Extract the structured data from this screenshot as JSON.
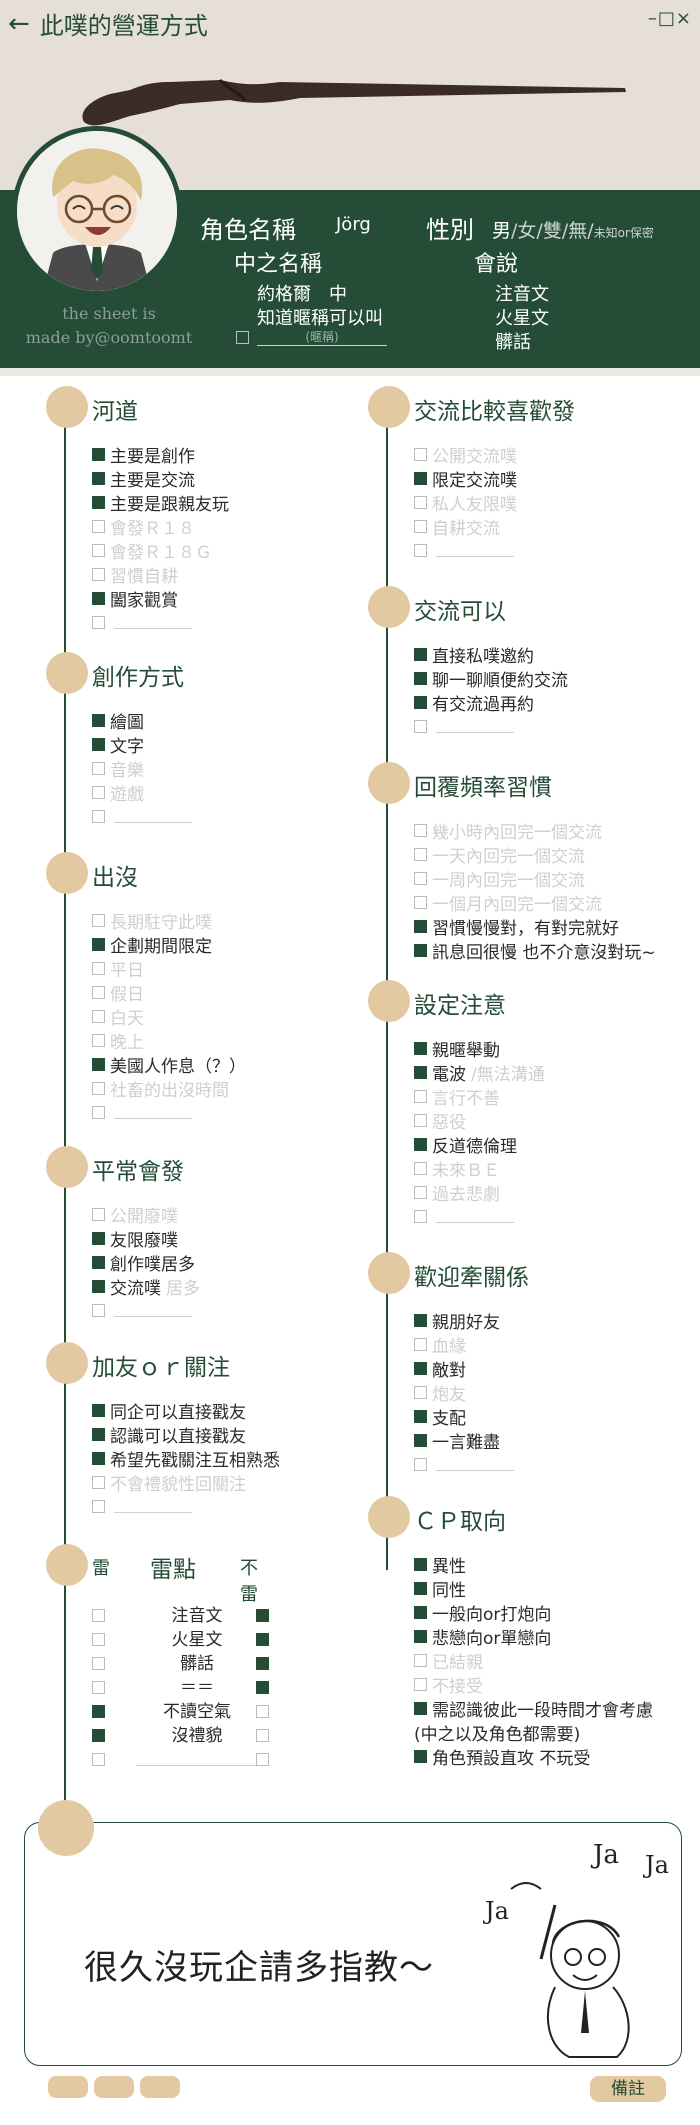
{
  "header": {
    "title": "此噗的營運方式",
    "window_controls": "–□×"
  },
  "profile": {
    "credit_line1": "the sheet is",
    "credit_line2": "made by@oomtoomt",
    "role_label": "角色名稱",
    "role_value": "Jörg",
    "sex_label": "性別",
    "sex_options": {
      "male": "男",
      "rest": "/女/雙/無/",
      "unknown": "未知or保密"
    },
    "nickname_label": "中之名稱",
    "nickname_items": [
      {
        "checked": true,
        "text": "約格爾　中"
      },
      {
        "checked": true,
        "text": "知道暱稱可以叫"
      },
      {
        "checked": false,
        "text": "",
        "blank_hint": "(暱稱)"
      }
    ],
    "lang_label": "會說",
    "lang_items": [
      {
        "checked": true,
        "text": "注音文"
      },
      {
        "checked": true,
        "text": "火星文"
      },
      {
        "checked": true,
        "text": "髒話"
      }
    ]
  },
  "left_sections": [
    {
      "title": "河道",
      "items": [
        {
          "checked": true,
          "text": "主要是創作"
        },
        {
          "checked": true,
          "text": "主要是交流"
        },
        {
          "checked": true,
          "text": "主要是跟親友玩"
        },
        {
          "checked": false,
          "text": "會發Ｒ１８"
        },
        {
          "checked": false,
          "text": "會發Ｒ１８Ｇ"
        },
        {
          "checked": false,
          "text": "習慣自耕"
        },
        {
          "checked": true,
          "text": "闔家觀賞"
        },
        {
          "checked": false,
          "text": "",
          "blank": true
        }
      ]
    },
    {
      "title": "創作方式",
      "items": [
        {
          "checked": true,
          "text": "繪圖"
        },
        {
          "checked": true,
          "text": "文字"
        },
        {
          "checked": false,
          "text": "音樂"
        },
        {
          "checked": false,
          "text": "遊戲"
        },
        {
          "checked": false,
          "text": "",
          "blank": true
        }
      ]
    },
    {
      "title": "出沒",
      "items": [
        {
          "checked": false,
          "text": "長期駐守此噗"
        },
        {
          "checked": true,
          "text": "企劃期間限定"
        },
        {
          "checked": false,
          "text": "平日"
        },
        {
          "checked": false,
          "text": "假日"
        },
        {
          "checked": false,
          "text": "白天"
        },
        {
          "checked": false,
          "text": "晚上"
        },
        {
          "checked": true,
          "text": "美國人作息（？）"
        },
        {
          "checked": false,
          "text": "社畜的出沒時間"
        },
        {
          "checked": false,
          "text": "",
          "blank": true
        }
      ]
    },
    {
      "title": "平常會發",
      "items": [
        {
          "checked": false,
          "text": "公開廢噗"
        },
        {
          "checked": true,
          "text": "友限廢噗"
        },
        {
          "checked": true,
          "text": "創作噗居多"
        },
        {
          "checked": true,
          "text": "交流噗",
          "grey_tail": "居多"
        },
        {
          "checked": false,
          "text": "",
          "blank": true
        }
      ]
    },
    {
      "title": "加友ｏｒ關注",
      "items": [
        {
          "checked": true,
          "text": "同企可以直接戳友"
        },
        {
          "checked": true,
          "text": "認識可以直接戳友"
        },
        {
          "checked": true,
          "text": "希望先戳關注互相熟悉"
        },
        {
          "checked": false,
          "text": "不會禮貌性回關注"
        },
        {
          "checked": false,
          "text": "",
          "blank": true
        }
      ]
    }
  ],
  "landmine": {
    "left_label": "雷",
    "title": "雷點",
    "right_label": "不雷",
    "rows": [
      {
        "text": "注音文",
        "lei": false,
        "bulei": true
      },
      {
        "text": "火星文",
        "lei": false,
        "bulei": true
      },
      {
        "text": "髒話",
        "lei": false,
        "bulei": true
      },
      {
        "text": "＝＝",
        "lei": false,
        "bulei": true
      },
      {
        "text": "不讀空氣",
        "lei": true,
        "bulei": false
      },
      {
        "text": "沒禮貌",
        "lei": true,
        "bulei": false
      },
      {
        "text": "",
        "lei": false,
        "bulei": false
      }
    ]
  },
  "right_sections": [
    {
      "title": "交流比較喜歡發",
      "items": [
        {
          "checked": false,
          "text": "公開交流噗"
        },
        {
          "checked": true,
          "text": "限定交流噗"
        },
        {
          "checked": false,
          "text": "私人友限噗"
        },
        {
          "checked": false,
          "text": "自耕交流"
        },
        {
          "checked": false,
          "text": "",
          "blank": true
        }
      ]
    },
    {
      "title": "交流可以",
      "items": [
        {
          "checked": true,
          "text": "直接私噗邀約"
        },
        {
          "checked": true,
          "text": "聊一聊順便約交流"
        },
        {
          "checked": true,
          "text": "有交流過再約"
        },
        {
          "checked": false,
          "text": "",
          "blank": true
        }
      ]
    },
    {
      "title": "回覆頻率習慣",
      "items": [
        {
          "checked": false,
          "text": "幾小時內回完一個交流"
        },
        {
          "checked": false,
          "text": "一天內回完一個交流"
        },
        {
          "checked": false,
          "text": "一周內回完一個交流"
        },
        {
          "checked": false,
          "text": "一個月內回完一個交流"
        },
        {
          "checked": true,
          "text": "習慣慢慢對，有對完就好"
        },
        {
          "checked": true,
          "text": "訊息回很慢 也不介意沒對玩~"
        }
      ]
    },
    {
      "title": "設定注意",
      "items": [
        {
          "checked": true,
          "text": "親暱舉動"
        },
        {
          "checked": true,
          "text": "電波",
          "grey_tail": "/無法溝通"
        },
        {
          "checked": false,
          "text": "言行不善"
        },
        {
          "checked": false,
          "text": "惡役"
        },
        {
          "checked": true,
          "text": "反道德倫理"
        },
        {
          "checked": false,
          "text": "未來ＢＥ"
        },
        {
          "checked": false,
          "text": "過去悲劇"
        },
        {
          "checked": false,
          "text": "",
          "blank": true
        }
      ]
    },
    {
      "title": "歡迎牽關係",
      "items": [
        {
          "checked": true,
          "text": "親朋好友"
        },
        {
          "checked": false,
          "text": "血緣"
        },
        {
          "checked": true,
          "text": "敵對"
        },
        {
          "checked": false,
          "text": "炮友"
        },
        {
          "checked": true,
          "text": "支配"
        },
        {
          "checked": true,
          "text": "一言難盡"
        },
        {
          "checked": false,
          "text": "",
          "blank": true
        }
      ]
    },
    {
      "title": "ＣＰ取向",
      "items": [
        {
          "checked": true,
          "text": "異性"
        },
        {
          "checked": true,
          "text": "同性"
        },
        {
          "checked": true,
          "text": "一般向or打炮向"
        },
        {
          "checked": true,
          "text": "悲戀向or單戀向"
        },
        {
          "checked": false,
          "text": "已結親"
        },
        {
          "checked": false,
          "text": "不接受"
        },
        {
          "checked": true,
          "text": "需認識彼此一段時間才會考慮"
        },
        {
          "checked": null,
          "text": "(中之以及角色都需要)"
        },
        {
          "checked": true,
          "text": "角色預設直攻 不玩受"
        }
      ]
    }
  ],
  "memo": {
    "text": "很久沒玩企請多指教～",
    "doodle_words": [
      "Ja",
      "Ja",
      "Ja"
    ],
    "note_button": "備註"
  },
  "colors": {
    "green": "#244c36",
    "tan": "#e3c9a1",
    "bg_top": "#e6dfd8"
  }
}
